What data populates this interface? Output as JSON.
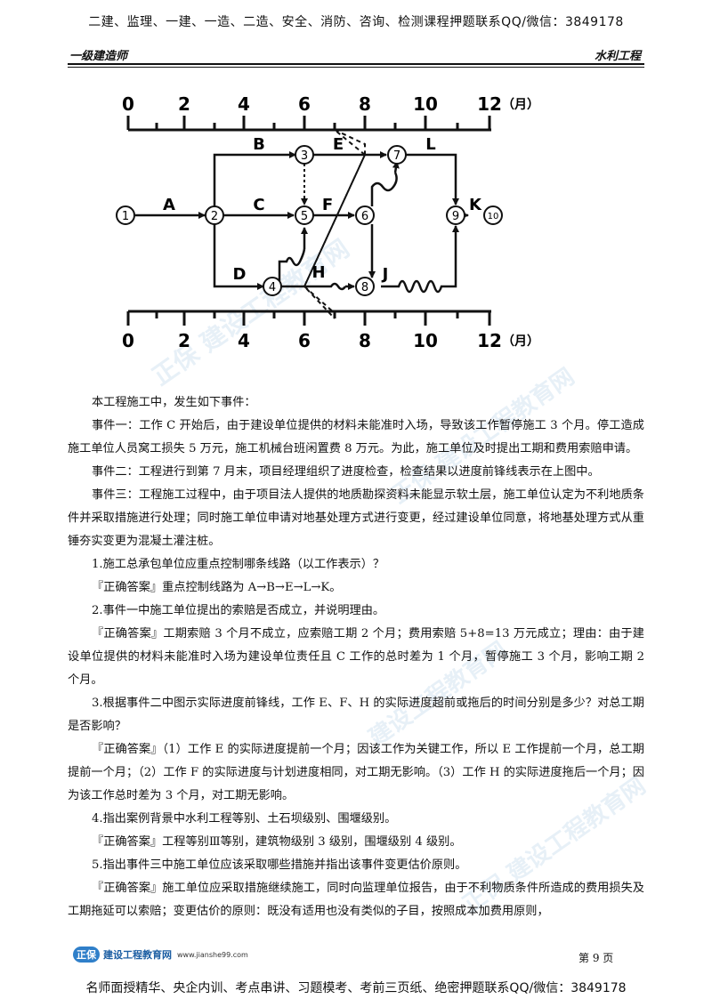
{
  "banner_top": "二建、监理、一建、一造、二造、安全、消防、咨询、检测课程押题联系QQ/微信：3849178",
  "header": {
    "left": "一级建造师",
    "right": "水利工程"
  },
  "diagram": {
    "ticks": [
      "0",
      "2",
      "4",
      "6",
      "8",
      "10",
      "12"
    ],
    "unit": "（月）",
    "nodes": [
      "1",
      "2",
      "3",
      "4",
      "5",
      "6",
      "7",
      "8",
      "9",
      "10"
    ],
    "activities": [
      "A",
      "B",
      "C",
      "D",
      "E",
      "F",
      "H",
      "J",
      "K",
      "L"
    ]
  },
  "paragraphs": [
    "本工程施工中，发生如下事件：",
    "事件一：工作 C 开始后，由于建设单位提供的材料未能准时入场，导致该工作暂停施工 3 个月。停工造成施工单位人员窝工损失 5 万元，施工机械台班闲置费 8 万元。为此，施工单位及时提出工期和费用索赔申请。",
    "事件二：工程进行到第 7 月末，项目经理组织了进度检查，检查结果以进度前锋线表示在上图中。",
    "事件三：工程施工过程中，由于项目法人提供的地质勘探资料未能显示软土层，施工单位认定为不利地质条件并采取措施进行处理；同时施工单位申请对地基处理方式进行变更，经过建设单位同意，将地基处理方式从重锤夯实变更为混凝土灌注桩。",
    "1.施工总承包单位应重点控制哪条线路（以工作表示）？",
    "『正确答案』重点控制线路为 A→B→E→L→K。",
    "2.事件一中施工单位提出的索赔是否成立，并说明理由。",
    "『正确答案』工期索赔 3 个月不成立，应索赔工期 2 个月；费用索赔 5+8=13 万元成立；理由：由于建设单位提供的材料未能准时入场为建设单位责任且 C 工作的总时差为 1 个月，暂停施工 3 个月，影响工期 2 个月。",
    "3.根据事件二中图示实际进度前锋线，工作 E、F、H 的实际进度超前或拖后的时间分别是多少？对总工期是否影响？",
    "『正确答案』（1）工作 E 的实际进度提前一个月；因该工作为关键工作，所以 E 工作提前一个月，总工期提前一个月；（2）工作 F 的实际进度与计划进度相同，对工期无影响。（3）工作 H 的实际进度拖后一个月；因为该工作总时差为 3 个月，对工期无影响。",
    "4.指出案例背景中水利工程等别、土石坝级别、围堰级别。",
    "『正确答案』工程等别Ⅲ等别，建筑物级别 3 级别，围堰级别 4 级别。",
    "5.指出事件三中施工单位应该采取哪些措施并指出该事件变更估价原则。",
    "『正确答案』施工单位应采取措施继续施工，同时向监理单位报告，由于不利物质条件所造成的费用损失及工期拖延可以索赔；变更估价的原则：既没有适用也没有类似的子目，按照成本加费用原则，"
  ],
  "footer": {
    "logo_mark": "正保",
    "logo_text": "建设工程教育网",
    "logo_url": "www.jianshe99.com",
    "page": "第 9 页"
  },
  "banner_bottom": "名师面授精华、央企内训、考点串讲、习题模考、考前三页纸、绝密押题联系QQ/微信：3849178"
}
